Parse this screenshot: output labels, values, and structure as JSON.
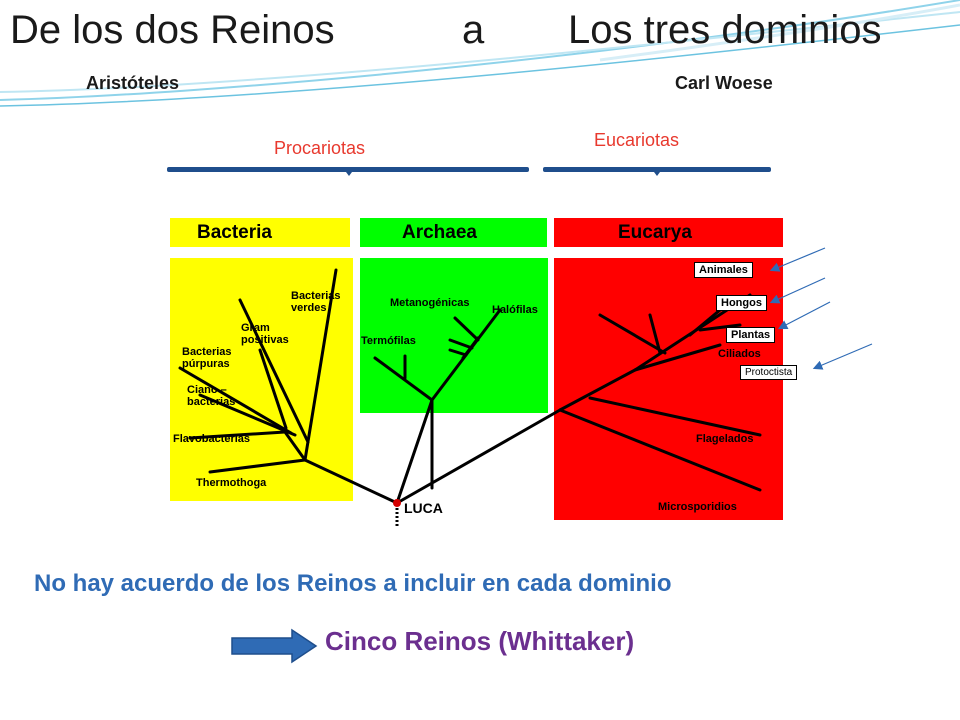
{
  "title": {
    "left": "De los dos Reinos",
    "middle": "a",
    "right": "Los tres dominios"
  },
  "authors": {
    "left": "Aristóteles",
    "right": "Carl Woese"
  },
  "groups": {
    "procariotas": "Procariotas",
    "eucariotas": "Eucariotas"
  },
  "domains": {
    "bacteria": "Bacteria",
    "archaea": "Archaea",
    "eucarya": "Eucarya"
  },
  "bacteria_labels": {
    "verdes_1": "Bacterias",
    "verdes_2": "verdes",
    "gram_1": "Gram",
    "gram_2": "positivas",
    "purpuras_1": "Bacterias",
    "purpuras_2": "púrpuras",
    "ciano_1": "Ciano –",
    "ciano_2": "bacterias",
    "flavo": "Flavobacterias",
    "thermo": "Thermothoga"
  },
  "archaea_labels": {
    "metano": "Metanogénicas",
    "halofilas": "Halófilas",
    "termofilas": "Termófilas"
  },
  "eucarya_labels": {
    "animales": "Animales",
    "hongos": "Hongos",
    "plantas": "Plantas",
    "ciliados": "Ciliados",
    "protoctista": "Protoctista",
    "flagelados": "Flagelados",
    "microsporidios": "Microsporidios"
  },
  "root": "LUCA",
  "bottom": {
    "statement": "No hay acuerdo de los Reinos a incluir en cada dominio",
    "conclusion": "Cinco Reinos (Whittaker)"
  },
  "colors": {
    "bacteria": "#ffff00",
    "archaea": "#00ff00",
    "eucarya": "#ff0000",
    "group_text": "#e8392e",
    "bracket": "#1f4e8c",
    "statement": "#2f6bb5",
    "conclusion": "#6b2f8f",
    "arrow": "#2f6bb5"
  }
}
